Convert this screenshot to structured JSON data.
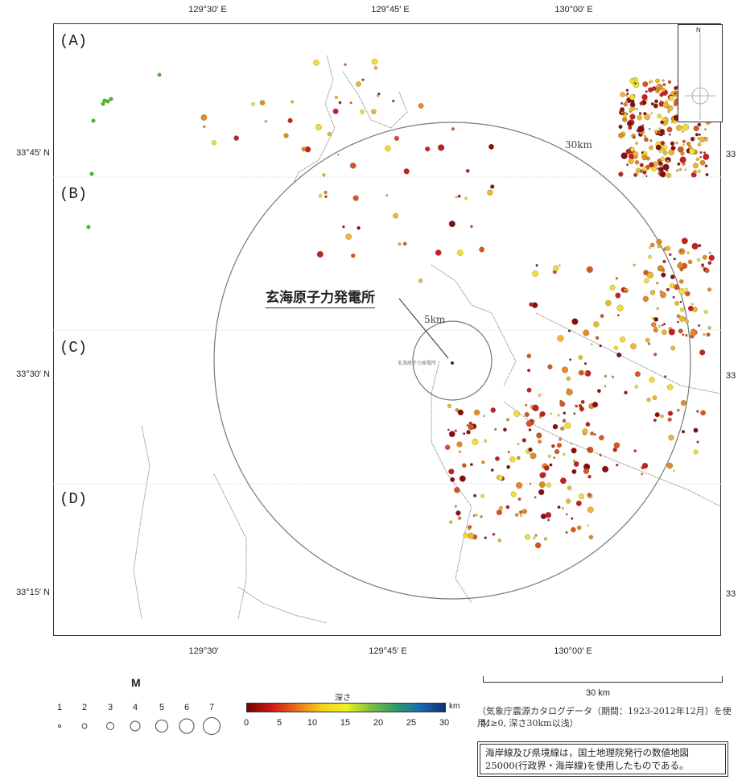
{
  "map": {
    "top_lon_labels": [
      "129°30′ E",
      "129°45′ E",
      "130°00′ E"
    ],
    "bottom_lon_labels": [
      "129°30′",
      "129°45′ E",
      "130°00′ E"
    ],
    "left_lat_labels": [
      "33°45′ N",
      "33°30′ N",
      "33°15′ N"
    ],
    "right_lat_labels": [
      "33",
      "33",
      "33"
    ],
    "zones": [
      "(A)",
      "(B)",
      "(C)",
      "(D)"
    ],
    "plant_label": "玄海原子力発電所",
    "plant_small_label": "玄海原子力発電所",
    "ring_inner_label": "5km",
    "ring_outer_label": "30km",
    "inset_north_label": "N"
  },
  "legend": {
    "magnitude_title": "M",
    "magnitude_values": [
      "1",
      "2",
      "3",
      "4",
      "5",
      "6",
      "7"
    ],
    "depth_title": "深さ",
    "depth_unit": "km",
    "depth_ticks": [
      "0",
      "5",
      "10",
      "15",
      "20",
      "25",
      "30"
    ],
    "depth_colors": [
      "#7a0000",
      "#d01818",
      "#e8701a",
      "#f3d21a",
      "#f0f020",
      "#7cc040",
      "#2f9a6a",
      "#1a6ab0",
      "#10307a"
    ],
    "scale_label": "30 km"
  },
  "notes": {
    "source_line1": "（気象庁震源カタログデータ（期間：1923-2012年12月）を使用,",
    "source_line2": "M≥0, 深さ30km以浅）",
    "box_line1": "海岸線及び県境線は，国土地理院発行の数値地図",
    "box_line2": "25000(行政界・海岸線)を使用したものである。"
  }
}
